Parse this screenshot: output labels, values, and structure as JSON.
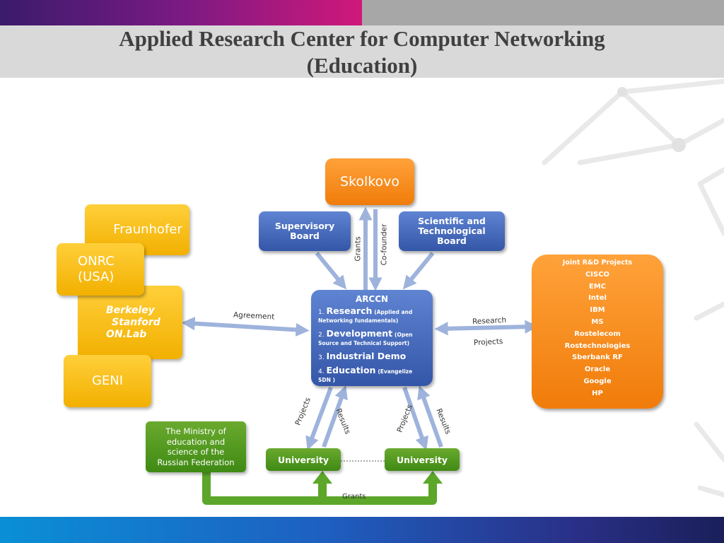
{
  "title": {
    "line1": "Applied Research Center for Computer Networking",
    "line2": "(Education)"
  },
  "nodes": {
    "skolkovo": "Skolkovo",
    "supervisory_board": [
      "Supervisory",
      "Board"
    ],
    "scientific_board": [
      "Scientific and",
      "Technological",
      "Board"
    ],
    "fraunhofer": "Fraunhofer",
    "onrc": [
      "ONRC",
      "(USA)"
    ],
    "berkeley": [
      "Berkeley",
      "Stanford",
      "ON.Lab"
    ],
    "geni": "GENI",
    "arccn": {
      "title": "ARCCN",
      "items": [
        {
          "num": "1.",
          "name": "Research",
          "detail": "(Applied and Networking fundamentals)"
        },
        {
          "num": "2.",
          "name": "Development",
          "detail": "(Open Source and Technical Support)"
        },
        {
          "num": "3.",
          "name": "Industrial Demo",
          "detail": ""
        },
        {
          "num": "4.",
          "name": "Education",
          "detail": "(Evangelize SDN )"
        }
      ]
    },
    "partners": {
      "heading": "Joint R&D Projects",
      "items": [
        "CISCO",
        "EMC",
        "Intel",
        "IBM",
        "MS",
        "Rostelecom",
        "Rostechnologies",
        "Sberbank RF",
        "Oracle",
        "Google",
        "HP"
      ]
    },
    "ministry": [
      "The Ministry of",
      "education and",
      "science of the",
      "Russian Federation"
    ],
    "university_left": "University",
    "university_right": "University"
  },
  "edge_labels": {
    "grants_top": "Grants",
    "cofounder": "Co-founder",
    "agreement": "Agreement",
    "research": "Research",
    "projects_right": "Projects",
    "projects_l": "Projects",
    "results_l": "Results",
    "projects_r": "Projects",
    "results_r": "Results",
    "grants_bottom": "Grants"
  },
  "colors": {
    "orange": "#f58a1f",
    "yellow": "#f5b800",
    "blue": "#4a6cc0",
    "green": "#4f9a1f",
    "arrow": "#9eb3dc"
  }
}
